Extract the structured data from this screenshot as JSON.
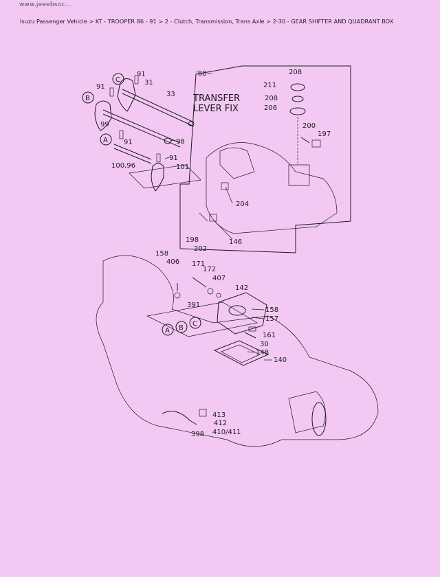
{
  "header": {
    "cutoff_text": "www.jeeebsoc...",
    "breadcrumb": "Isuzu Passenger Vehicle > KT - TROOPER 86 - 91 > 2 - Clutch, Transmission, Trans Axle > 2-30 - GEAR SHIFTER AND QUADRANT BOX"
  },
  "diagram": {
    "inset_title_line1": "TRANSFER",
    "inset_title_line2": "LEVER FIX",
    "year_mark": "'88~",
    "circled": {
      "a": "A",
      "b": "B",
      "c": "C"
    },
    "labels": {
      "p91a": "91",
      "p31": "31",
      "p33": "33",
      "p91b": "91",
      "p99": "99",
      "p91c": "91",
      "p98": "98",
      "p100_96": "100,96",
      "p91d": "91",
      "p101": "101",
      "p208a": "208",
      "p211": "211",
      "p208b": "208",
      "p206": "206",
      "p200": "200",
      "p197": "197",
      "p204": "204",
      "p198": "198",
      "p202": "202",
      "p146": "146",
      "p158a": "158",
      "p406": "406",
      "p171": "171",
      "p172": "172",
      "p407": "407",
      "p142": "142",
      "p391": "391",
      "p158b": "158",
      "p157": "157",
      "p161": "161",
      "p30": "30",
      "p148": "148",
      "p140": "140",
      "p413": "413",
      "p412": "412",
      "p398": "398",
      "p410_411": "410/411"
    }
  }
}
